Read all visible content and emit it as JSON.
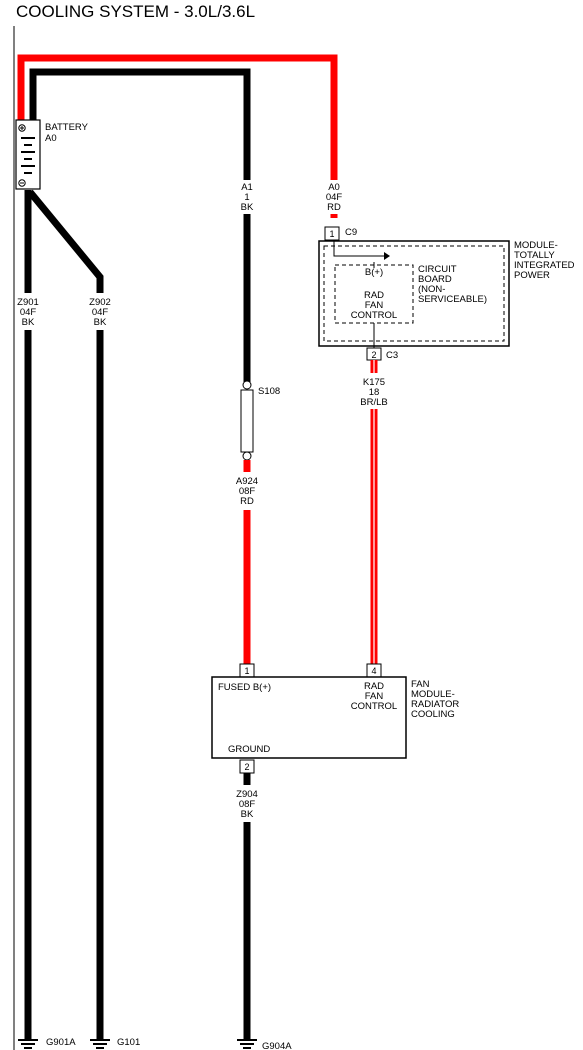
{
  "title": "COOLING SYSTEM - 3.0L/3.6L",
  "battery": {
    "name": "BATTERY",
    "id": "A0",
    "plus": "+",
    "minus": "-"
  },
  "wires": {
    "a1": [
      "A1",
      "1",
      "BK"
    ],
    "a0": [
      "A0",
      "04F",
      "RD"
    ],
    "z901": [
      "Z901",
      "04F",
      "BK"
    ],
    "z902": [
      "Z902",
      "04F",
      "BK"
    ],
    "a924": [
      "A924",
      "08F",
      "RD"
    ],
    "k175": [
      "K175",
      "18",
      "BR/LB"
    ],
    "z904": [
      "Z904",
      "08F",
      "BK"
    ]
  },
  "splice": "S108",
  "tipm": {
    "name": [
      "MODULE-",
      "TOTALLY",
      "INTEGRATED",
      "POWER"
    ],
    "circuit_board": [
      "CIRCUIT",
      "BOARD",
      "(NON-",
      "SERVICEABLE)"
    ],
    "bplus": "B(+)",
    "rad_fan_control": [
      "RAD",
      "FAN",
      "CONTROL"
    ],
    "c9_pin": "1",
    "c9": "C9",
    "c3_pin": "2",
    "c3": "C3"
  },
  "fan": {
    "name": [
      "FAN",
      "MODULE-",
      "RADIATOR",
      "COOLING"
    ],
    "fused": "FUSED B(+)",
    "rad_fan_control": [
      "RAD",
      "FAN",
      "CONTROL"
    ],
    "ground": "GROUND",
    "pin1": "1",
    "pin4": "4",
    "pin2": "2"
  },
  "grounds": [
    "G901A",
    "G101",
    "G904A"
  ],
  "colors": {
    "red": "#ff0000",
    "black": "#000000"
  }
}
